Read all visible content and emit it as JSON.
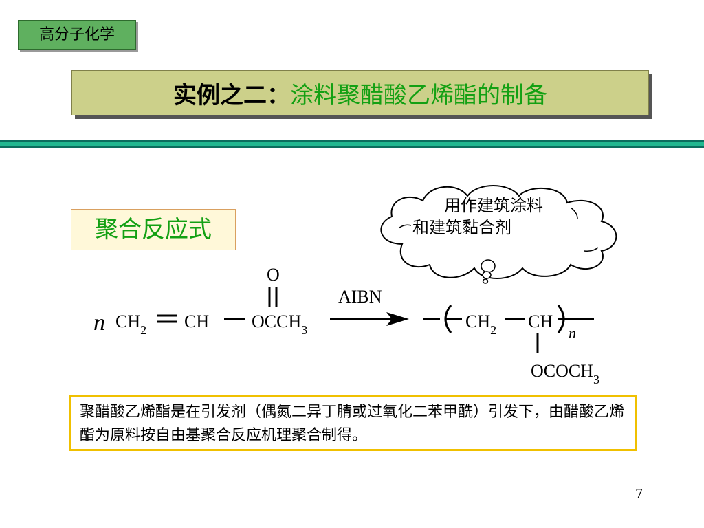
{
  "header": {
    "course_tag": "高分子化学",
    "title_prefix": "实例之二：",
    "title_main": "涂料聚醋酸乙烯酯的制备"
  },
  "section_label": "聚合反应式",
  "callout": {
    "line1": "用作建筑涂料",
    "line2": "和建筑黏合剂"
  },
  "reaction": {
    "coefficient": "n",
    "reactant": {
      "group1": "CH",
      "group1_sub": "2",
      "group2": "CH",
      "carbonyl_o": "O",
      "group3": "OCCH",
      "group3_sub": "3"
    },
    "catalyst": "AIBN",
    "product": {
      "group1": "CH",
      "group1_sub": "2",
      "group2": "CH",
      "repeat": "n",
      "side_chain": "OCOCH",
      "side_chain_sub": "3"
    }
  },
  "description": "聚醋酸乙烯酯是在引发剂（偶氮二异丁腈或过氧化二苯甲酰）引发下，由醋酸乙烯酯为原料按自由基聚合反应机理聚合制得。",
  "page_number": "7",
  "colors": {
    "accent_green": "#13a013",
    "title_bg": "#ccd08a",
    "tag_bg": "#5fb05f",
    "rule": "#22b890",
    "desc_border": "#f0c000"
  }
}
